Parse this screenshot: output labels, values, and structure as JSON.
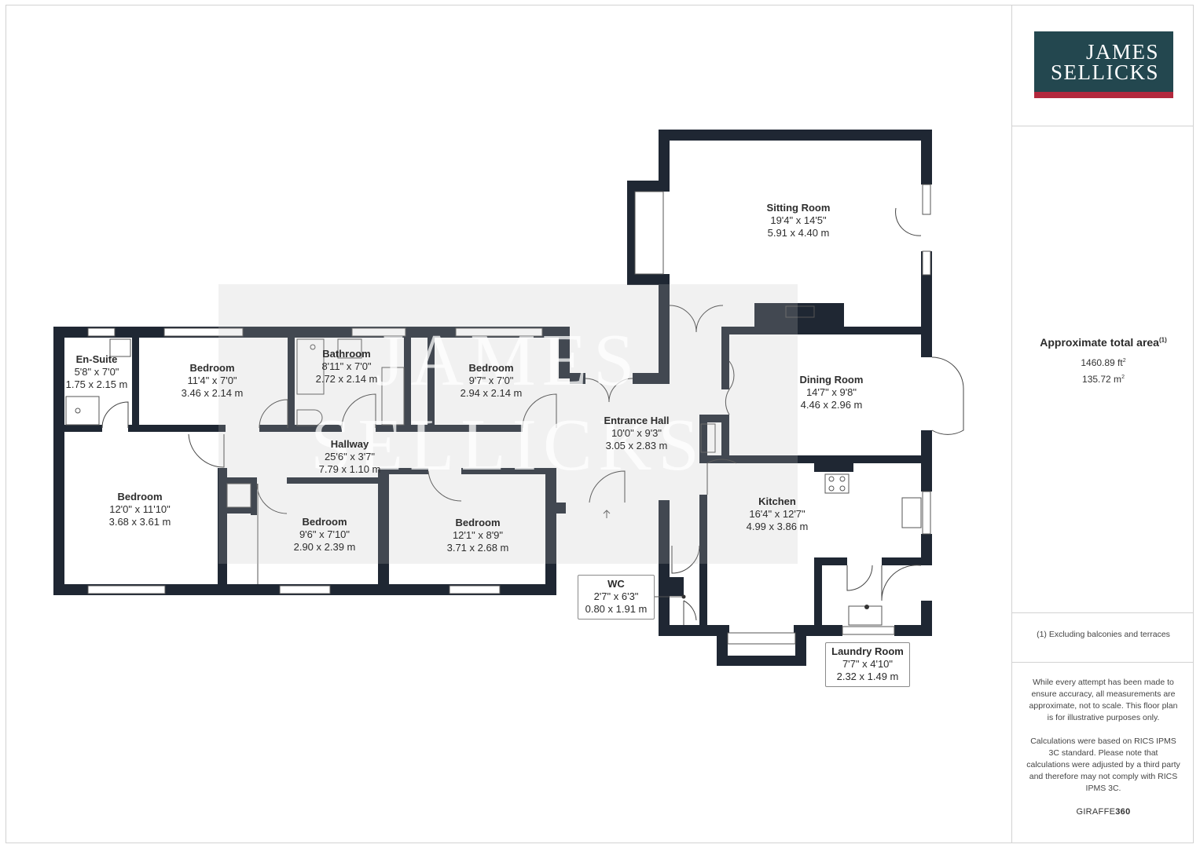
{
  "brand": {
    "logo_line1": "JAMES",
    "logo_line2": "SELLICKS",
    "watermark_line1": "JAMES",
    "watermark_line2": "SELLICKS",
    "footer_prefix": "GIRAFFE",
    "footer_suffix": "360"
  },
  "colors": {
    "wall": "#1f2733",
    "logo_bg": "#23474f",
    "logo_accent": "#b3283d"
  },
  "summary": {
    "title": "Approximate total area",
    "title_sup": "(1)",
    "area_ft_value": "1460.89 ft",
    "area_ft_sup": "2",
    "area_m_value": "135.72 m",
    "area_m_sup": "2",
    "footnote": "(1) Excluding balconies and terraces",
    "disclaimer1": "While every attempt has been made to ensure accuracy, all measurements are approximate, not to scale. This floor plan is for illustrative purposes only.",
    "disclaimer2": "Calculations were based on RICS IPMS 3C standard. Please note that calculations were adjusted by a third party and therefore may not comply with RICS IPMS 3C."
  },
  "rooms": {
    "sitting": {
      "name": "Sitting Room",
      "imperial": "19'4\" x 14'5\"",
      "metric": "5.91 x 4.40 m"
    },
    "dining": {
      "name": "Dining Room",
      "imperial": "14'7\" x 9'8\"",
      "metric": "4.46 x 2.96 m"
    },
    "entrance": {
      "name": "Entrance Hall",
      "imperial": "10'0\" x 9'3\"",
      "metric": "3.05 x 2.83 m"
    },
    "kitchen": {
      "name": "Kitchen",
      "imperial": "16'4\" x 12'7\"",
      "metric": "4.99 x 3.86 m"
    },
    "wc": {
      "name": "WC",
      "imperial": "2'7\" x 6'3\"",
      "metric": "0.80 x 1.91 m"
    },
    "laundry": {
      "name": "Laundry Room",
      "imperial": "7'7\" x 4'10\"",
      "metric": "2.32 x 1.49 m"
    },
    "ensuite": {
      "name": "En-Suite",
      "imperial": "5'8\" x 7'0\"",
      "metric": "1.75 x 2.15 m"
    },
    "bedroom1": {
      "name": "Bedroom",
      "imperial": "11'4\" x 7'0\"",
      "metric": "3.46 x 2.14 m"
    },
    "bathroom": {
      "name": "Bathroom",
      "imperial": "8'11\" x 7'0\"",
      "metric": "2.72 x 2.14 m"
    },
    "bedroom2": {
      "name": "Bedroom",
      "imperial": "9'7\" x 7'0\"",
      "metric": "2.94 x 2.14 m"
    },
    "hallway": {
      "name": "Hallway",
      "imperial": "25'6\" x 3'7\"",
      "metric": "7.79 x 1.10 m"
    },
    "bedroom3": {
      "name": "Bedroom",
      "imperial": "12'0\" x 11'10\"",
      "metric": "3.68 x 3.61 m"
    },
    "bedroom4": {
      "name": "Bedroom",
      "imperial": "9'6\" x 7'10\"",
      "metric": "2.90 x 2.39 m"
    },
    "bedroom5": {
      "name": "Bedroom",
      "imperial": "12'1\" x 8'9\"",
      "metric": "3.71 x 2.68 m"
    }
  }
}
